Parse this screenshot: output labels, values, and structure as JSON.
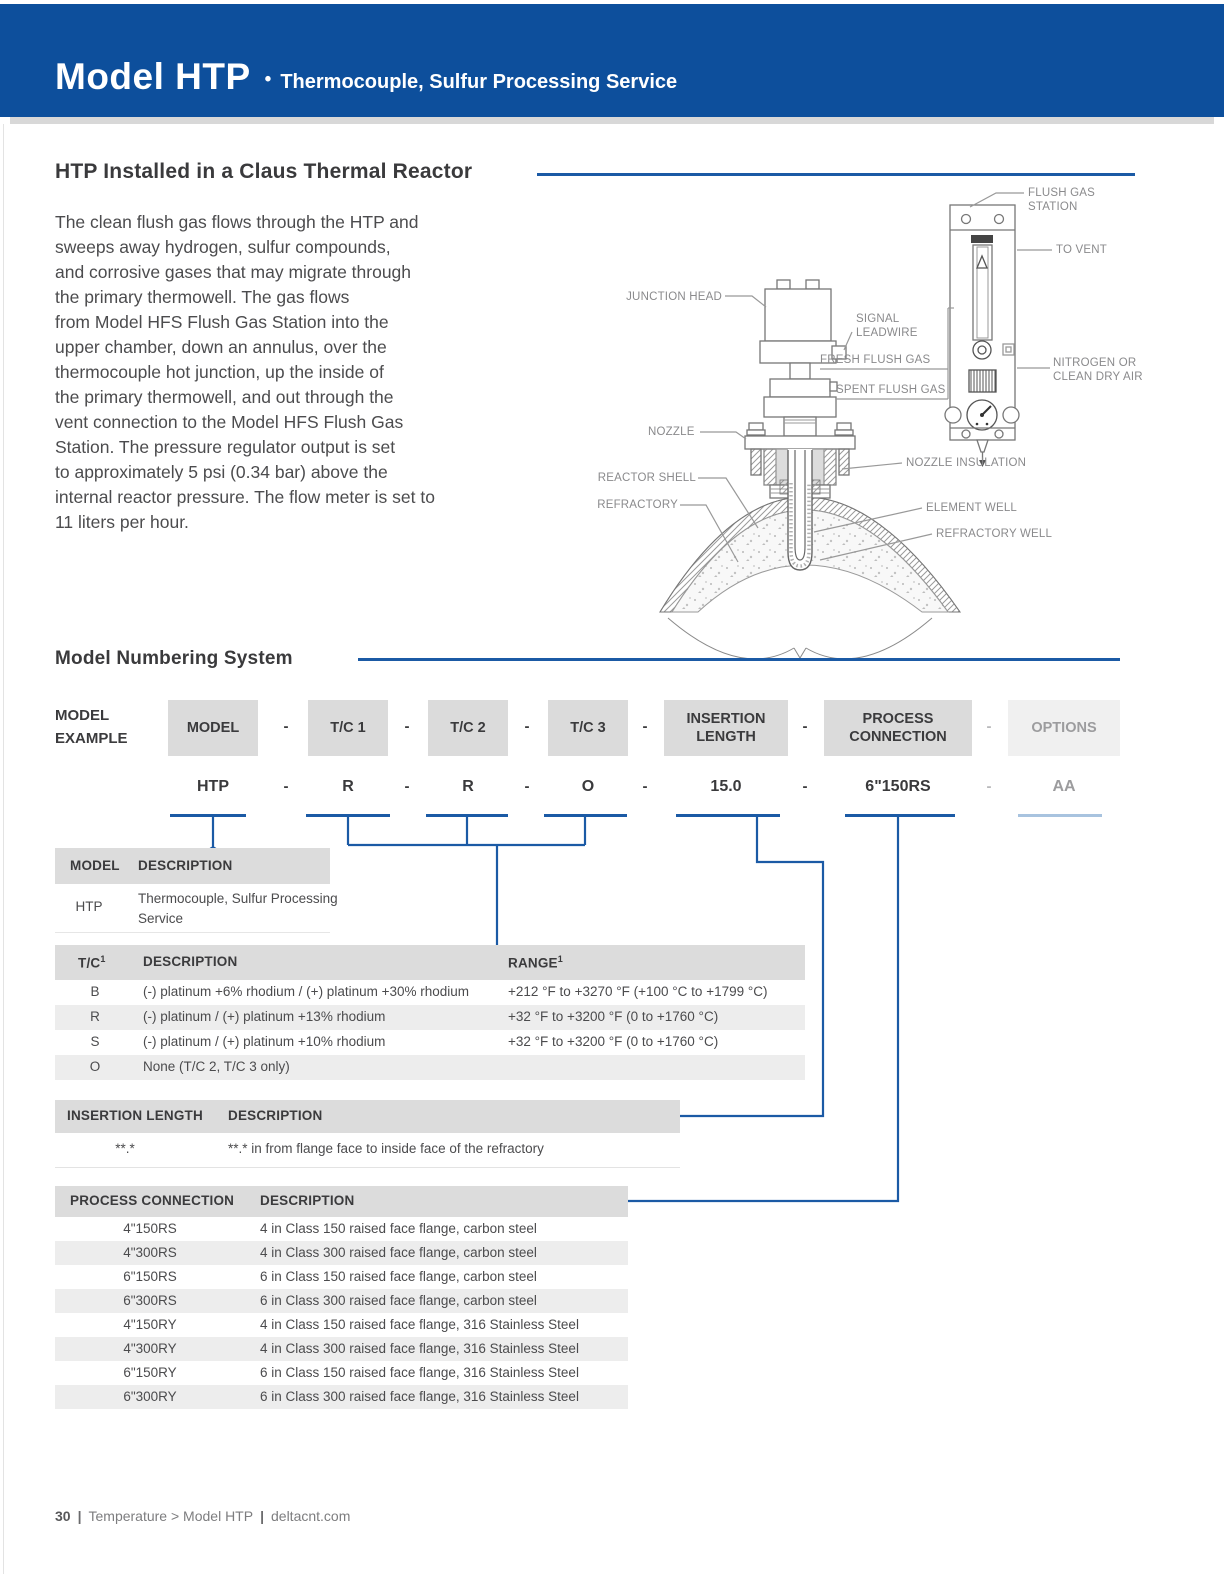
{
  "colors": {
    "header_blue": "#0d4f9c",
    "accent_blue": "#1b5aa5",
    "muted_underline": "#a8c3df",
    "table_header_bg": "#dcdcdc",
    "row_alt_bg": "#ededed",
    "muted_text": "#9c9c9e",
    "diagram_label_gray": "#8a8a8c"
  },
  "header": {
    "title": "Model HTP",
    "bullet": "•",
    "subtitle": "Thermocouple, Sulfur Processing Service"
  },
  "intro": {
    "heading": "HTP Installed in a Claus Thermal Reactor",
    "lines": [
      "The clean flush gas flows through the HTP and",
      "sweeps away hydrogen, sulfur compounds,",
      "and corrosive gases that may migrate through",
      "the primary thermowell. The gas flows",
      "from Model HFS Flush Gas Station into the",
      "upper chamber, down an annulus, over the",
      "thermocouple hot junction, up the inside of",
      "the primary thermowell, and out through the",
      "vent connection to the Model HFS Flush Gas",
      "Station. The pressure regulator output is set",
      "to approximately 5 psi (0.34 bar) above the",
      "internal reactor pressure. The flow meter is set to",
      "11 liters per hour."
    ]
  },
  "diagram": {
    "labels": {
      "flush_gas_station": "FLUSH GAS STATION",
      "to_vent": "TO VENT",
      "junction_head": "JUNCTION HEAD",
      "signal_leadwire": "SIGNAL LEADWIRE",
      "fresh_flush_gas": "FRESH FLUSH GAS",
      "spent_flush_gas": "SPENT FLUSH GAS",
      "nitrogen": "NITROGEN OR CLEAN DRY AIR",
      "nozzle": "NOZZLE",
      "nozzle_insulation": "NOZZLE INSULATION",
      "reactor_shell": "REACTOR SHELL",
      "refractory": "REFRACTORY",
      "element_well": "ELEMENT WELL",
      "refractory_well": "REFRACTORY WELL"
    }
  },
  "numbering": {
    "heading": "Model Numbering System",
    "example_label_line1": "MODEL",
    "example_label_line2": "EXAMPLE",
    "dash": "-",
    "boxes": [
      {
        "label": "MODEL",
        "value": "HTP"
      },
      {
        "label": "T/C 1",
        "value": "R"
      },
      {
        "label": "T/C 2",
        "value": "R"
      },
      {
        "label": "T/C 3",
        "value": "O"
      },
      {
        "label": "INSERTION LENGTH",
        "value": "15.0"
      },
      {
        "label": "PROCESS CONNECTION",
        "value": "6\"150RS"
      },
      {
        "label": "OPTIONS",
        "value": "AA"
      }
    ]
  },
  "model_table": {
    "col1": "MODEL",
    "col2": "DESCRIPTION",
    "rows": [
      {
        "code": "HTP",
        "desc": "Thermocouple, Sulfur Processing Service"
      }
    ]
  },
  "tc_table": {
    "col1": "T/C",
    "col1_sup": "1",
    "col2": "DESCRIPTION",
    "col3": "RANGE",
    "col3_sup": "1",
    "rows": [
      {
        "code": "B",
        "desc": "(-) platinum +6% rhodium / (+) platinum +30% rhodium",
        "range": "+212 °F to +3270 °F (+100 °C to +1799 °C)"
      },
      {
        "code": "R",
        "desc": "(-) platinum / (+) platinum +13% rhodium",
        "range": "+32 °F to +3200 °F (0 to +1760 °C)"
      },
      {
        "code": "S",
        "desc": "(-) platinum / (+) platinum +10% rhodium",
        "range": "+32 °F to +3200 °F (0 to +1760 °C)"
      },
      {
        "code": "O",
        "desc": "None (T/C 2, T/C 3 only)",
        "range": ""
      }
    ]
  },
  "insertion_table": {
    "col1": "INSERTION LENGTH",
    "col2": "DESCRIPTION",
    "rows": [
      {
        "code": "**.*",
        "desc": "**.* in from flange face to inside face of the refractory"
      }
    ]
  },
  "process_table": {
    "col1": "PROCESS CONNECTION",
    "col2": "DESCRIPTION",
    "rows": [
      {
        "code": "4\"150RS",
        "desc": "4 in Class 150 raised face flange, carbon steel"
      },
      {
        "code": "4\"300RS",
        "desc": "4 in Class 300 raised face flange, carbon steel"
      },
      {
        "code": "6\"150RS",
        "desc": "6 in Class 150 raised face flange, carbon steel"
      },
      {
        "code": "6\"300RS",
        "desc": "6 in Class 300 raised face flange, carbon steel"
      },
      {
        "code": "4\"150RY",
        "desc": "4 in Class 150 raised face flange, 316 Stainless Steel"
      },
      {
        "code": "4\"300RY",
        "desc": "4 in Class 300 raised face flange, 316 Stainless Steel"
      },
      {
        "code": "6\"150RY",
        "desc": "6 in Class 150 raised face flange, 316 Stainless Steel"
      },
      {
        "code": "6\"300RY",
        "desc": "6 in Class 300 raised face flange, 316 Stainless Steel"
      }
    ]
  },
  "footer": {
    "page": "30",
    "sep": "|",
    "breadcrumb": "Temperature > Model HTP",
    "site": "deltacnt.com"
  }
}
